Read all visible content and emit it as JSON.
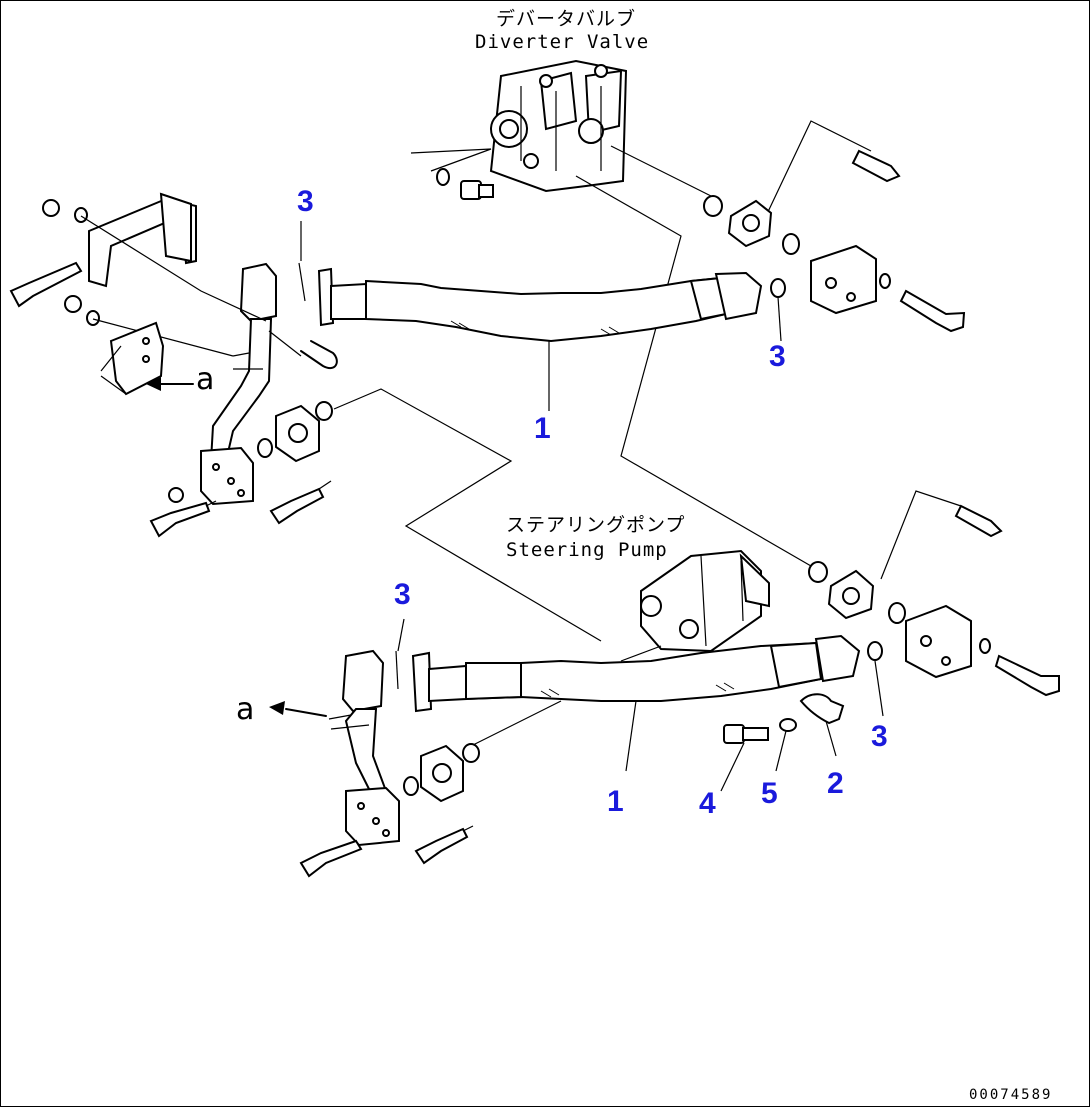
{
  "components": {
    "diverter_valve": {
      "label_jp": "デバータバルブ",
      "label_en": "Diverter Valve"
    },
    "steering_pump": {
      "label_jp": "ステアリングポンプ",
      "label_en": "Steering Pump"
    }
  },
  "callouts": {
    "upper_hose": "1",
    "lower_hose": "1",
    "upper_oring_left": "3",
    "upper_oring_right": "3",
    "lower_oring_left": "3",
    "lower_oring_right": "3",
    "clamp": "2",
    "bolt": "4",
    "washer": "5"
  },
  "view_markers": {
    "upper": "a",
    "lower": "a"
  },
  "drawing_number": "00074589",
  "colors": {
    "callout": "#1a1adc",
    "line": "#000000",
    "background": "#ffffff"
  }
}
